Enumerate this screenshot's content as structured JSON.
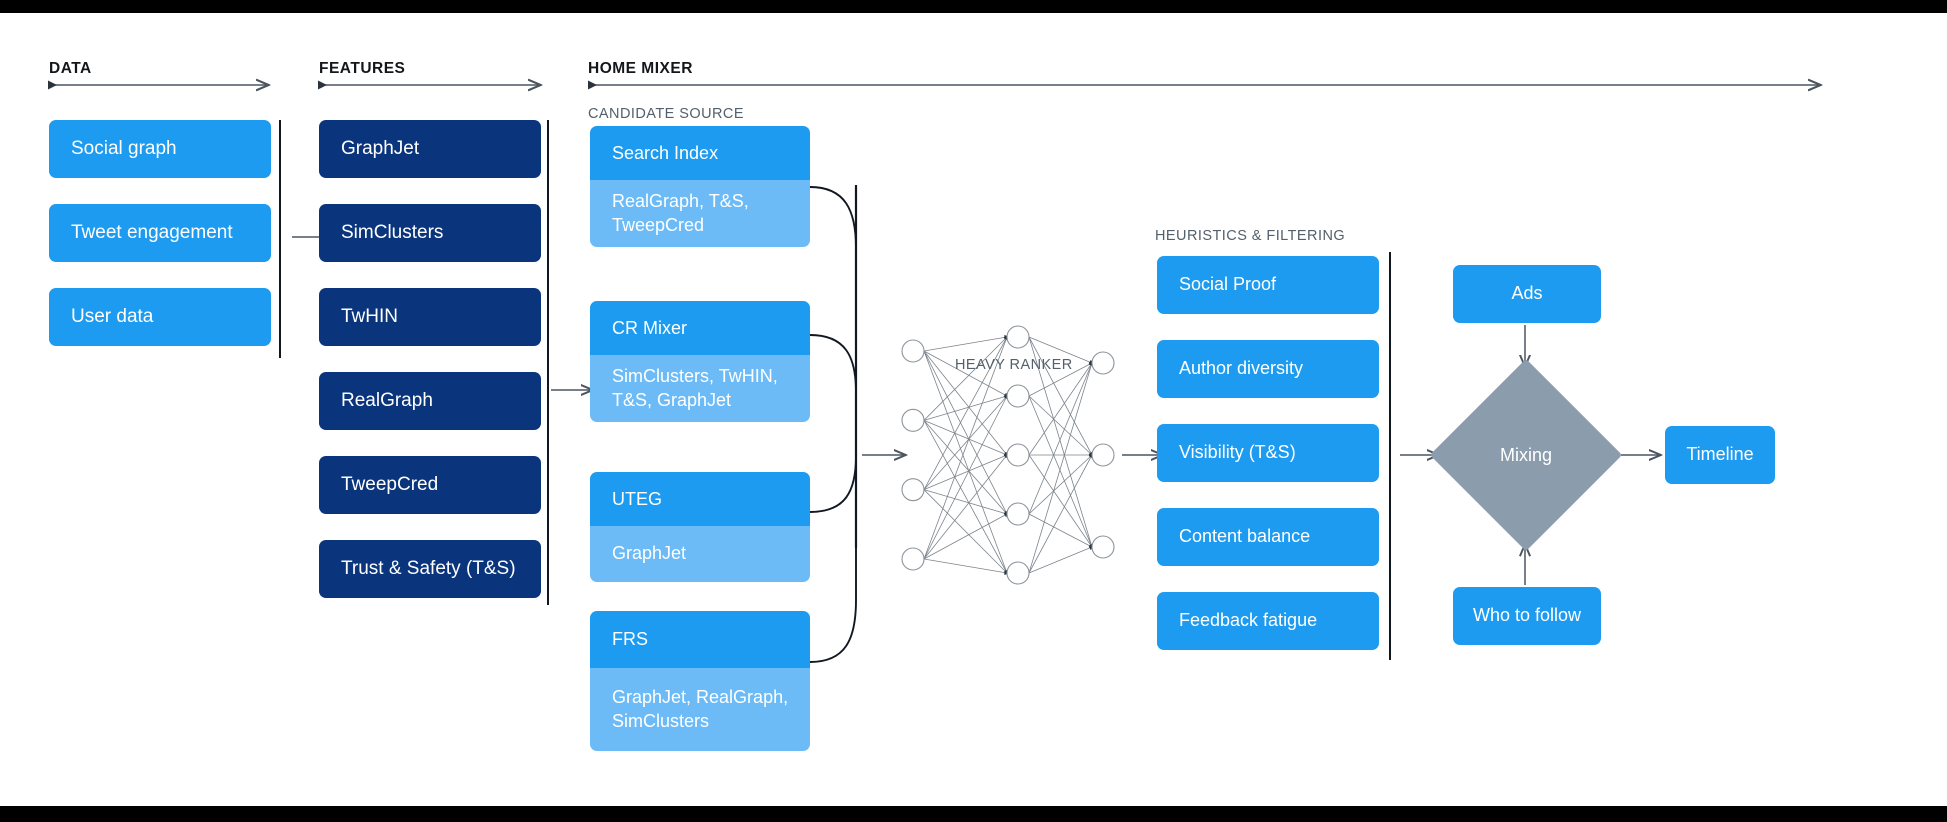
{
  "sections": {
    "data": {
      "title": "DATA"
    },
    "features": {
      "title": "FEATURES"
    },
    "home_mixer": {
      "title": "HOME MIXER"
    },
    "candidate_source": {
      "title": "CANDIDATE SOURCE"
    },
    "heavy_ranker": {
      "title": "HEAVY RANKER"
    },
    "heuristics": {
      "title": "HEURISTICS & FILTERING"
    }
  },
  "data_column": {
    "items": [
      {
        "label": "Social graph"
      },
      {
        "label": "Tweet engagement"
      },
      {
        "label": "User data"
      }
    ]
  },
  "features_column": {
    "items": [
      {
        "label": "GraphJet"
      },
      {
        "label": "SimClusters"
      },
      {
        "label": "TwHIN"
      },
      {
        "label": "RealGraph"
      },
      {
        "label": "TweepCred"
      },
      {
        "label": "Trust & Safety (T&S)"
      }
    ]
  },
  "candidate_sources": {
    "items": [
      {
        "name": "Search Index",
        "features": "RealGraph, T&S, TweepCred"
      },
      {
        "name": "CR Mixer",
        "features": "SimClusters, TwHIN, T&S, GraphJet"
      },
      {
        "name": "UTEG",
        "features": "GraphJet"
      },
      {
        "name": "FRS",
        "features": "GraphJet, RealGraph, SimClusters"
      }
    ]
  },
  "heuristics_column": {
    "items": [
      {
        "label": "Social Proof"
      },
      {
        "label": "Author diversity"
      },
      {
        "label": "Visibility (T&S)"
      },
      {
        "label": "Content balance"
      },
      {
        "label": "Feedback fatigue"
      }
    ]
  },
  "output_stage": {
    "ads": "Ads",
    "mixing": "Mixing",
    "who_to_follow": "Who to follow",
    "timeline": "Timeline"
  },
  "neural_network": {
    "input_nodes": 4,
    "hidden_nodes": 5,
    "output_nodes": 3
  },
  "colors": {
    "navy": "#0a357d",
    "blue": "#1d9bf0",
    "light_blue": "#6cbbf7",
    "slate": "#8b9cad",
    "heading": "#14171a",
    "subheading": "#53606b",
    "rule": "#111821",
    "arrow": "#4b5560",
    "background": "#ffffff",
    "bar": "#000000"
  }
}
